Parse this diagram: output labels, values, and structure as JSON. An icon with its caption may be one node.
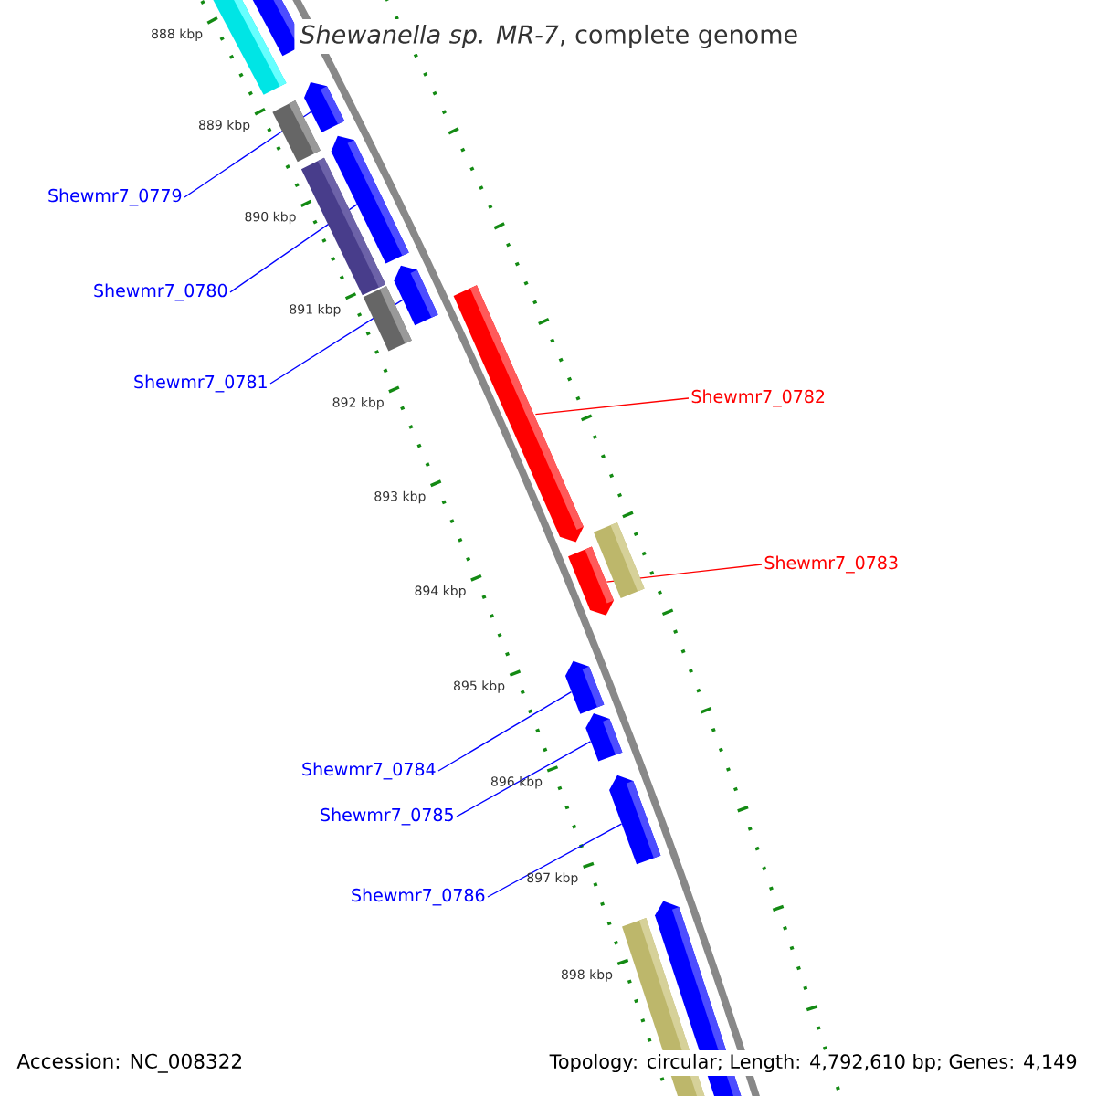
{
  "diagram": {
    "title": "*Shewanella sp. MR-7*, complete genome",
    "nodes": [
      {
        "text": [
          "Shewmr7_0779"
        ]
      },
      {
        "text": [
          "Shewmr7_0780"
        ]
      },
      {
        "text": [
          "Shewmr7_0781"
        ]
      },
      {
        "text": [
          "Shewmr7_0782"
        ]
      },
      {
        "text": [
          "Shewmr7_0783"
        ]
      },
      {
        "text": [
          "Shewmr7_0784"
        ]
      },
      {
        "text": [
          "Shewmr7_0785"
        ]
      },
      {
        "text": [
          "Shewmr7_0786"
        ]
      },
      {
        "text": [],
        "shape": "bar"
      },
      {
        "text": [],
        "shape": "bar"
      },
      {
        "text": [],
        "shape": "bar"
      },
      {
        "text": [],
        "shape": "bar"
      },
      {
        "text": [],
        "shape": "bar"
      },
      {
        "text": [],
        "shape": "bar"
      },
      {
        "text": [],
        "shape": "bar"
      },
      {
        "text": [],
        "shape": "bar"
      }
    ],
    "edges": [
      {
        "from": 0,
        "to": 8,
        "arrow": "none"
      },
      {
        "from": 1,
        "to": 9,
        "arrow": "none"
      },
      {
        "from": 2,
        "to": 10,
        "arrow": "none"
      },
      {
        "from": 3,
        "to": 11,
        "arrow": "none",
        "color": "#ff0000"
      },
      {
        "from": 4,
        "to": 12,
        "arrow": "none",
        "color": "#ff0000"
      },
      {
        "from": 5,
        "to": 13,
        "arrow": "none"
      },
      {
        "from": 6,
        "to": 14,
        "arrow": "none"
      },
      {
        "from": 7,
        "to": 15,
        "arrow": "none"
      }
    ],
    "labels": [
      "888 kbp",
      "889 kbp",
      "890 kbp",
      "891 kbp",
      "892 kbp",
      "893 kbp",
      "894 kbp",
      "895 kbp",
      "896 kbp",
      "897 kbp",
      "898 kbp",
      "Accession: NC_008322",
      "Topology: circular; Length: 4,792,610 bp; Genes: 4,149"
    ]
  }
}
